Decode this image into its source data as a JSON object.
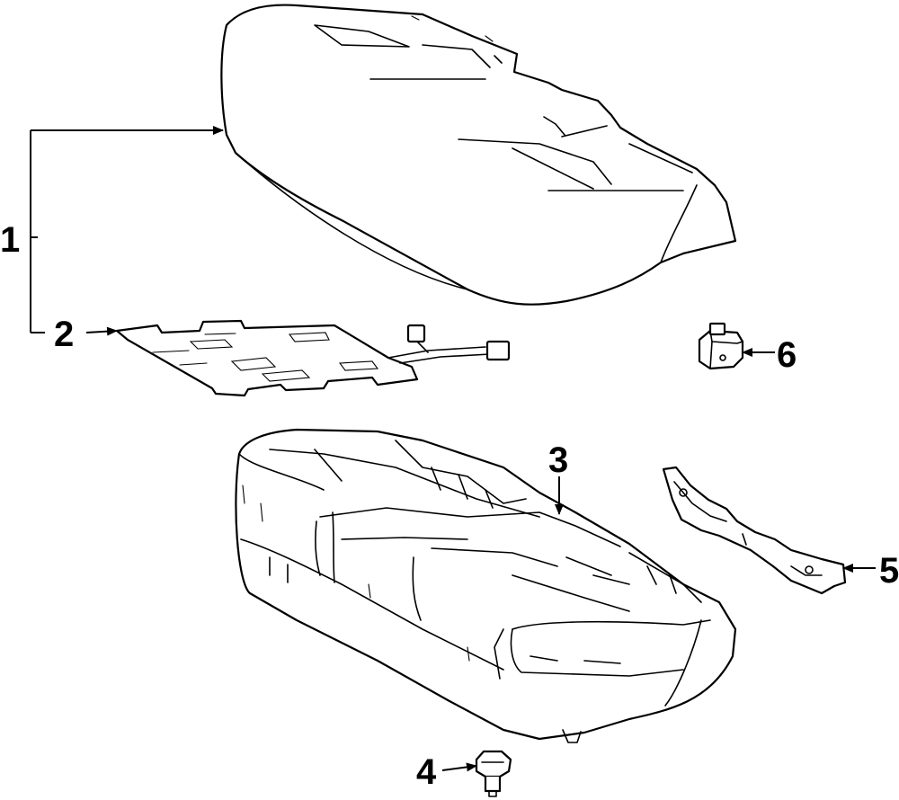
{
  "diagram": {
    "callouts": [
      {
        "number": "1",
        "part": "seat-cushion-pad"
      },
      {
        "number": "2",
        "part": "seat-heater-element"
      },
      {
        "number": "3",
        "part": "seat-cushion-frame"
      },
      {
        "number": "4",
        "part": "clip"
      },
      {
        "number": "5",
        "part": "side-bracket"
      },
      {
        "number": "6",
        "part": "connector-retainer"
      }
    ],
    "colors": {
      "line": "#000000",
      "background": "#ffffff"
    }
  }
}
